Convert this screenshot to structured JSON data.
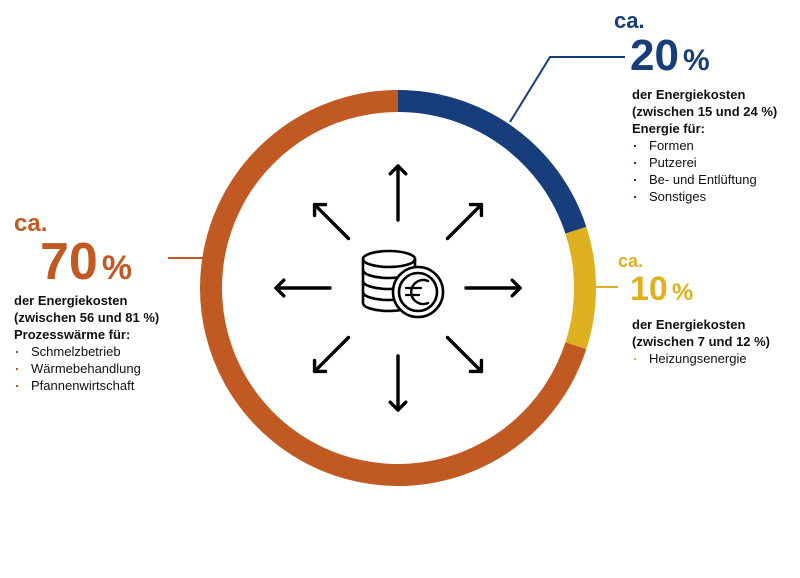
{
  "chart_data": {
    "type": "pie",
    "slices": [
      {
        "label": "Prozesswärme",
        "value": 70,
        "color": "#c05a22"
      },
      {
        "label": "Energie für Formen, Putzerei, Be- und Entlüftung, Sonstiges",
        "value": 20,
        "color": "#173d7a"
      },
      {
        "label": "Heizungsenergie",
        "value": 10,
        "color": "#ddb11f"
      }
    ],
    "donut": true
  },
  "callouts": {
    "c70": {
      "prefix": "ca.",
      "percent": "70",
      "percent_sign": "%",
      "desc_lines": [
        "der Energiekosten",
        "(zwischen 56 und 81 %)",
        "Prozesswärme für:"
      ],
      "items": [
        "Schmelzbetrieb",
        "Wärmebehandlung",
        "Pfannenwirtschaft"
      ]
    },
    "c20": {
      "prefix": "ca.",
      "percent": "20",
      "percent_sign": "%",
      "desc_lines": [
        "der Energiekosten",
        "(zwischen 15 und 24 %)",
        "Energie für:"
      ],
      "items": [
        "Formen",
        "Putzerei",
        "Be- und Entlüftung",
        "Sonstiges"
      ]
    },
    "c10": {
      "prefix": "ca.",
      "percent": "10",
      "percent_sign": "%",
      "desc_lines": [
        "der Energiekosten",
        "(zwischen 7 und 12 %)"
      ],
      "items": [
        "Heizungsenergie"
      ]
    }
  },
  "icons": [
    "coins-euro-icon",
    "arrow-icon"
  ]
}
